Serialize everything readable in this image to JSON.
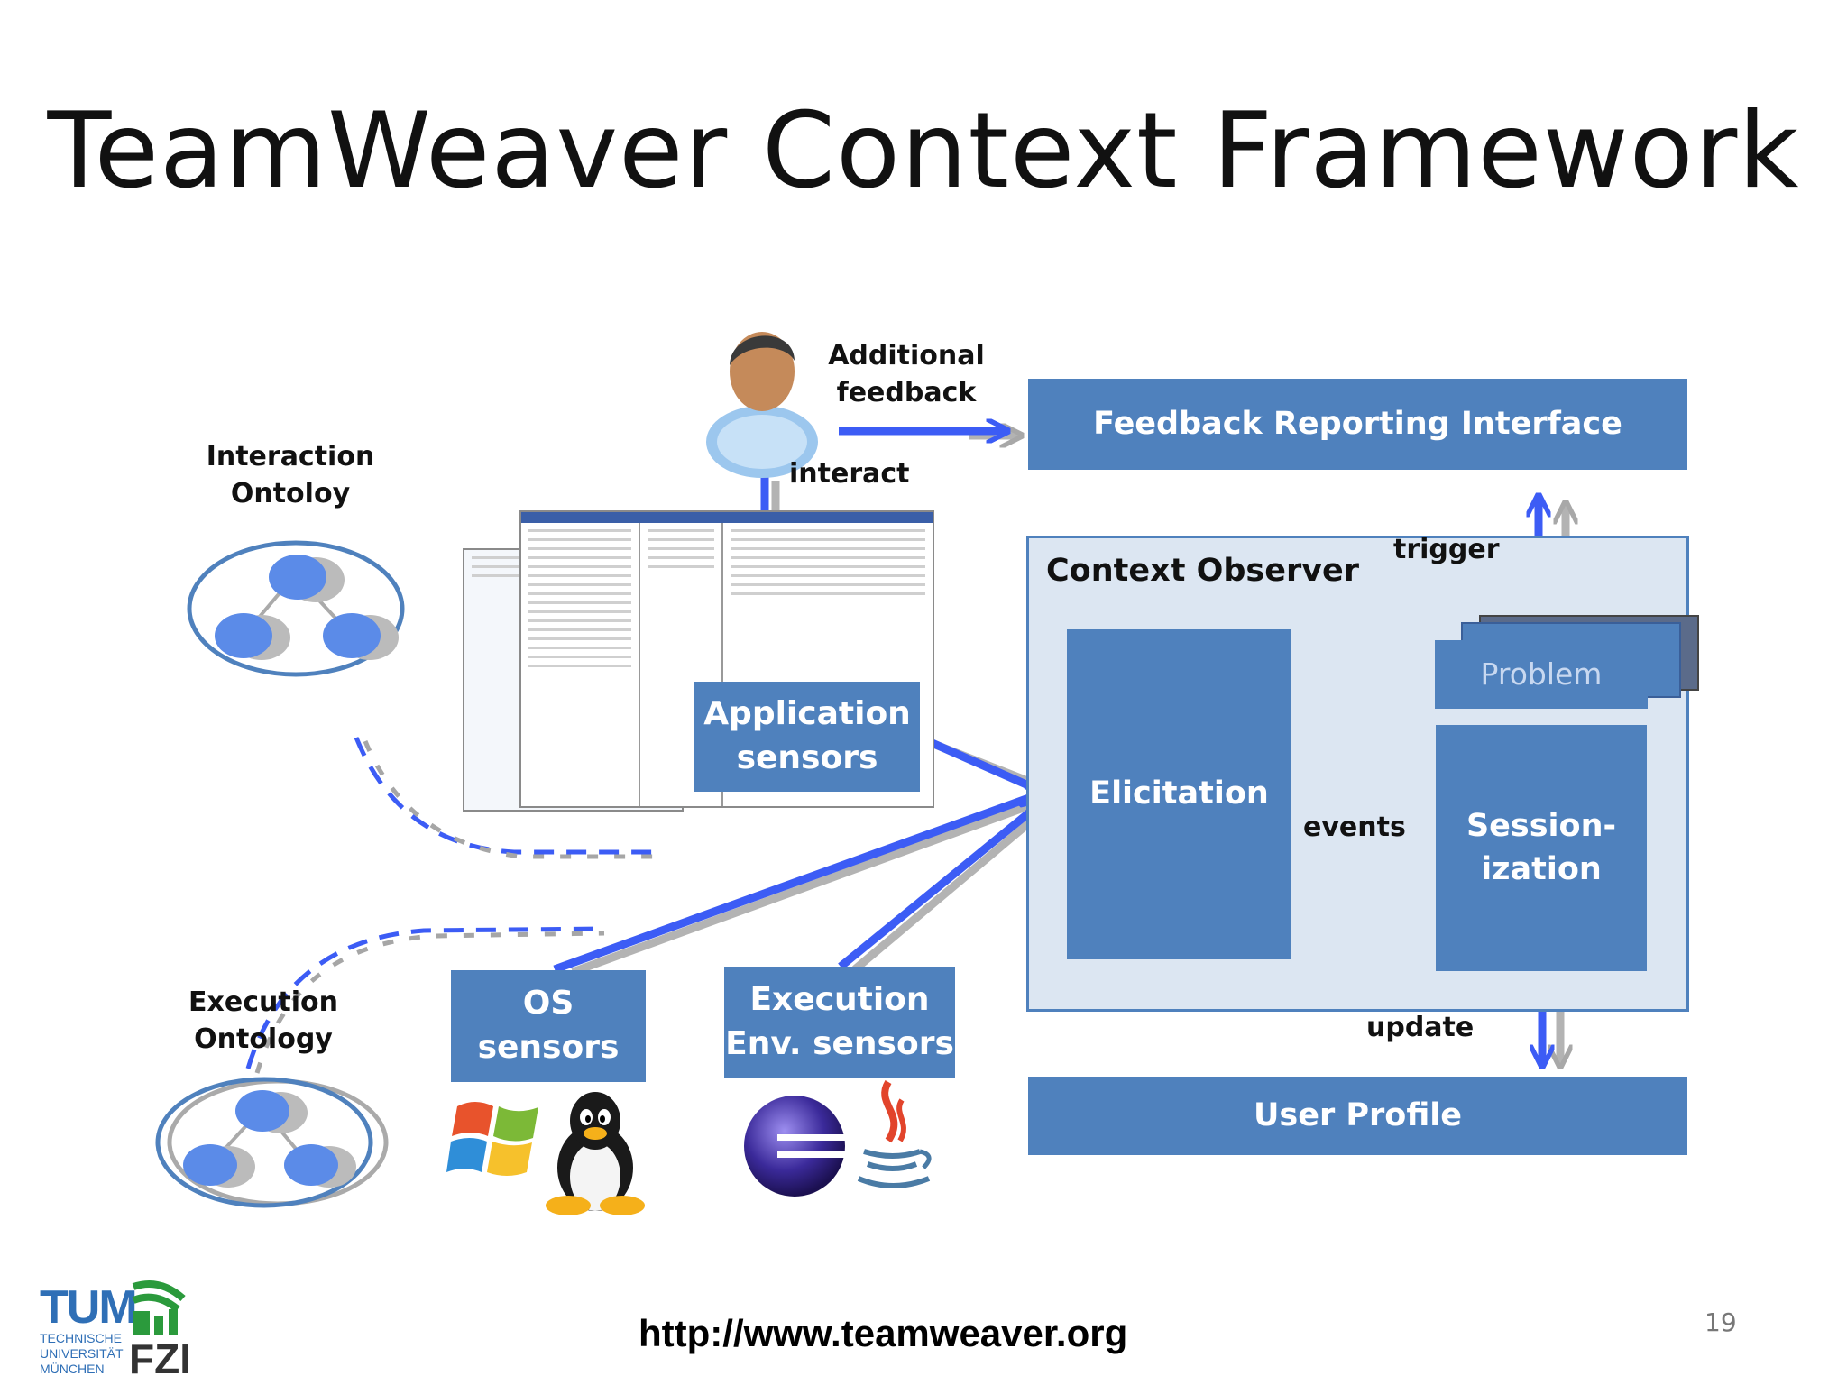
{
  "slide": {
    "title": "TeamWeaver Context Framework",
    "page_number": "19",
    "url": "http://www.teamweaver.org"
  },
  "labels": {
    "additional_feedback": "Additional\nfeedback",
    "interact": "interact",
    "interaction_ontology": "Interaction\nOntoloy",
    "execution_ontology": "Execution\nOntology",
    "context_observer": "Context Observer",
    "trigger": "trigger",
    "events": "events",
    "update": "update"
  },
  "boxes": {
    "feedback_interface": "Feedback Reporting Interface",
    "application_sensors": "Application\nsensors",
    "elicitation": "Elicitation",
    "problem": "Problem",
    "sessionization": "Session-\nization",
    "os_sensors": "OS\nsensors",
    "exec_env_sensors": "Execution\nEnv. sensors",
    "user_profile": "User Profile"
  },
  "logos": {
    "tum": "TUM",
    "tum_lines": [
      "TECHNISCHE",
      "UNIVERSITÄT",
      "MÜNCHEN"
    ],
    "fzi": "FZI"
  },
  "colors": {
    "box_blue": "#4f81bd",
    "arrow_blue": "#3c5cf5",
    "observer_bg": "#dce6f2"
  }
}
